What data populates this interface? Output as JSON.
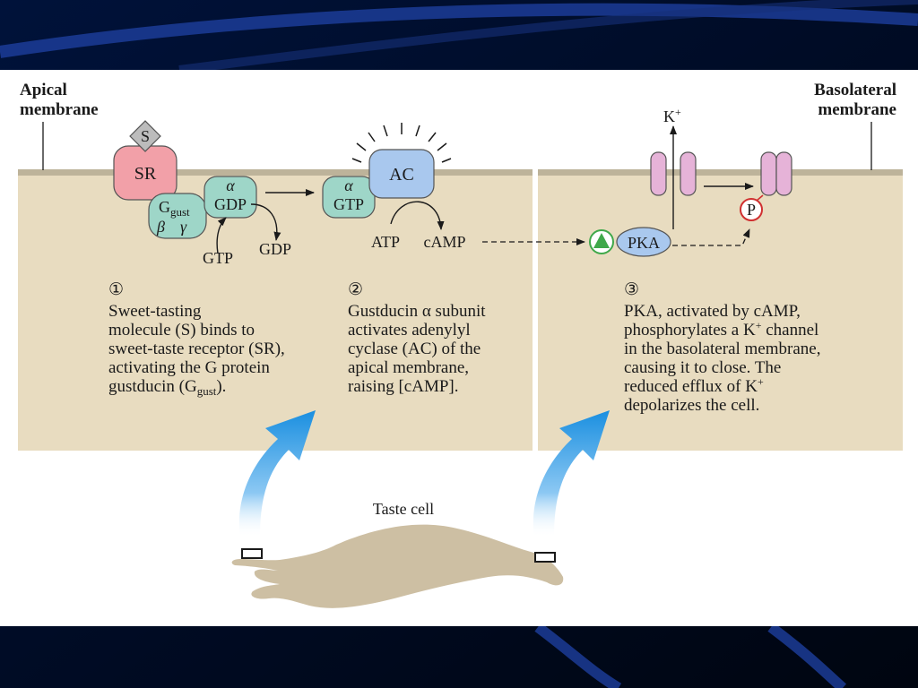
{
  "labels": {
    "apical": [
      "Apical",
      "membrane"
    ],
    "basolateral": [
      "Basolateral",
      "membrane"
    ],
    "s": "S",
    "sr": "SR",
    "g_main": "G",
    "g_sub": "gust",
    "beta": "β",
    "gamma": "γ",
    "alpha1": "α",
    "gdp_bound": "GDP",
    "alpha2": "α",
    "gtp_bound": "GTP",
    "ac": "AC",
    "gtp_in": "GTP",
    "gdp_out": "GDP",
    "atp": "ATP",
    "camp": "cAMP",
    "pka": "PKA",
    "p": "P",
    "k": "K",
    "k_sup": "+",
    "taste_cell": "Taste cell"
  },
  "steps": [
    {
      "number": "①",
      "lines": [
        "Sweet-tasting",
        "molecule (S) binds to",
        "sweet-taste receptor (SR),",
        "activating the G protein"
      ],
      "last_pre": "gustducin (G",
      "last_sub": "gust",
      "last_post": ")."
    },
    {
      "number": "②",
      "lines": [
        "Gustducin α subunit",
        "activates adenylyl",
        "cyclase (AC) of the",
        "apical membrane,",
        "raising [cAMP]."
      ]
    },
    {
      "number": "③",
      "line1": "PKA, activated by cAMP,",
      "line2_pre": "phosphorylates a K",
      "line2_sup": "+",
      "line2_post": " channel",
      "line3": "in the basolateral membrane,",
      "line4": "causing it to close. The",
      "line5_pre": "reduced efflux of K",
      "line5_sup": "+",
      "line6": "depolarizes the cell."
    }
  ],
  "colors": {
    "panel": "#e8dcc0",
    "membrane": "#bdb39a",
    "sr": "#f2a0a8",
    "g_protein": "#9ed6c8",
    "ac": "#a9c8ee",
    "channel": "#e6b3d8",
    "pka": "#a9c8ee",
    "arrow_blue": "#1a8fe0",
    "cell": "#cdbfa3"
  }
}
